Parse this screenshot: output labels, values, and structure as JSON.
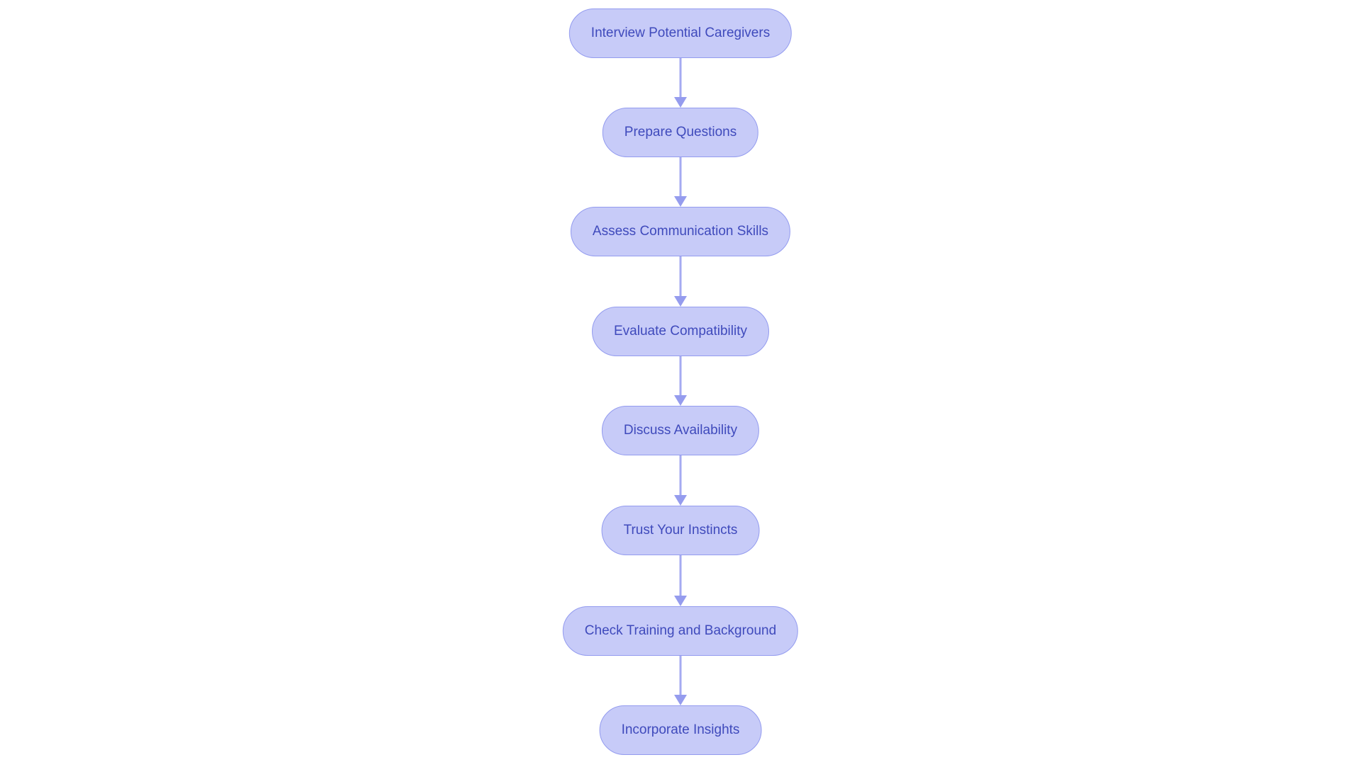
{
  "diagram": {
    "type": "flowchart",
    "direction": "top-down",
    "background": "#ffffff",
    "node_fill": "#c7cbf8",
    "node_border": "#939bef",
    "node_text_color": "#3f4abc",
    "arrow_stem_color": "#a4aaf2",
    "arrow_head_color": "#959cee",
    "nodes": [
      {
        "label": "Interview Potential Caregivers"
      },
      {
        "label": "Prepare Questions"
      },
      {
        "label": "Assess Communication Skills"
      },
      {
        "label": "Evaluate Compatibility"
      },
      {
        "label": "Discuss Availability"
      },
      {
        "label": "Trust Your Instincts"
      },
      {
        "label": "Check Training and Background"
      },
      {
        "label": "Incorporate Insights"
      }
    ],
    "edges": [
      {
        "from": "Interview Potential Caregivers",
        "to": "Prepare Questions"
      },
      {
        "from": "Prepare Questions",
        "to": "Assess Communication Skills"
      },
      {
        "from": "Assess Communication Skills",
        "to": "Evaluate Compatibility"
      },
      {
        "from": "Evaluate Compatibility",
        "to": "Discuss Availability"
      },
      {
        "from": "Discuss Availability",
        "to": "Trust Your Instincts"
      },
      {
        "from": "Trust Your Instincts",
        "to": "Check Training and Background"
      },
      {
        "from": "Check Training and Background",
        "to": "Incorporate Insights"
      }
    ]
  }
}
